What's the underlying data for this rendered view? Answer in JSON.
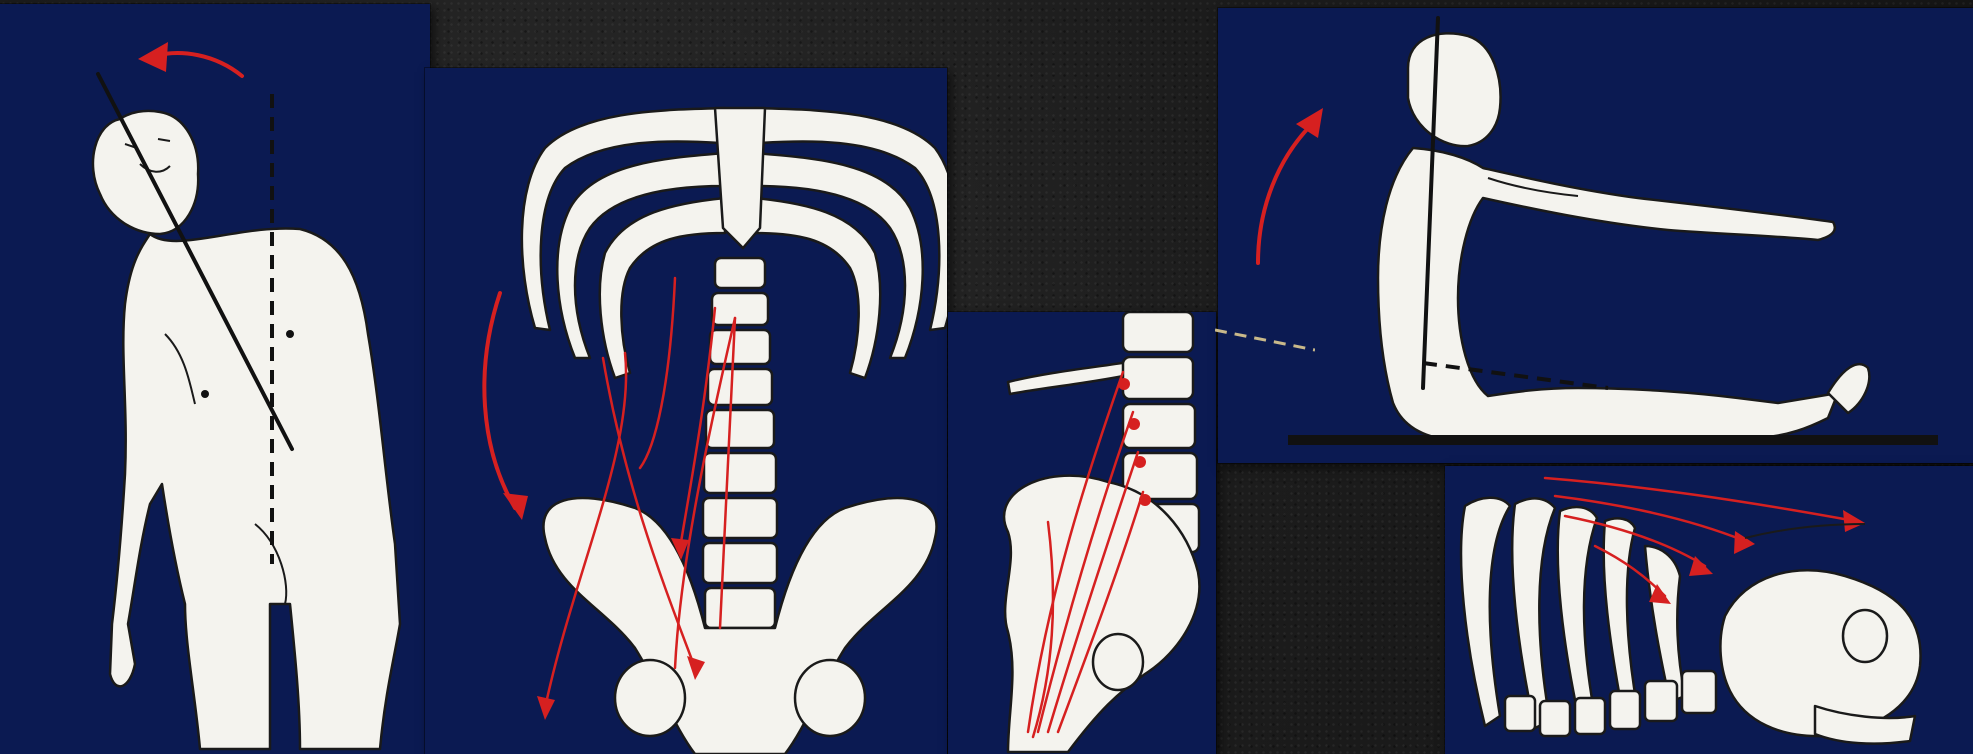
{
  "panels": [
    {
      "id": "lateral-flexion-standing",
      "icons": [
        "standing-figure-icon",
        "curved-arrow-icon",
        "axis-line-icon"
      ]
    },
    {
      "id": "ribcage-pelvis-front",
      "icons": [
        "ribcage-icon",
        "spine-icon",
        "pelvis-icon",
        "muscle-arrows-icon"
      ]
    },
    {
      "id": "lumbar-side",
      "icons": [
        "lumbar-vertebrae-icon",
        "pelvis-side-icon",
        "muscle-lines-icon"
      ]
    },
    {
      "id": "sitting-forward-reach",
      "icons": [
        "sitting-figure-icon",
        "curved-arrow-icon",
        "floor-line-icon"
      ]
    },
    {
      "id": "ribcage-pelvis-side",
      "icons": [
        "ribcage-side-icon",
        "pelvis-side-icon",
        "muscle-arrows-icon"
      ]
    }
  ],
  "colors": {
    "panel_bg": "#0b1a52",
    "arrow": "#d62020",
    "bone": "#f4f3ee",
    "background": "#1c1c1c"
  }
}
